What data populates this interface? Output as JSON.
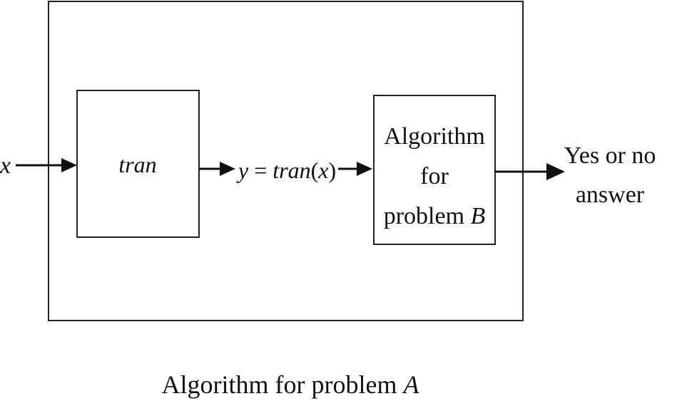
{
  "diagram": {
    "input_label": "x",
    "tran_box": {
      "label": "tran"
    },
    "middle_label": {
      "var": "y",
      "equals": " = ",
      "func": "tran",
      "open_paren": "(",
      "arg": "x",
      "close_paren": ")"
    },
    "algorithm_b_box": {
      "line1": "Algorithm",
      "line2": "for",
      "line3_text": "problem ",
      "line3_var": "B"
    },
    "output_label": {
      "line1": "Yes or no",
      "line2": "answer"
    },
    "caption": {
      "text": "Algorithm for problem ",
      "var": "A"
    }
  }
}
